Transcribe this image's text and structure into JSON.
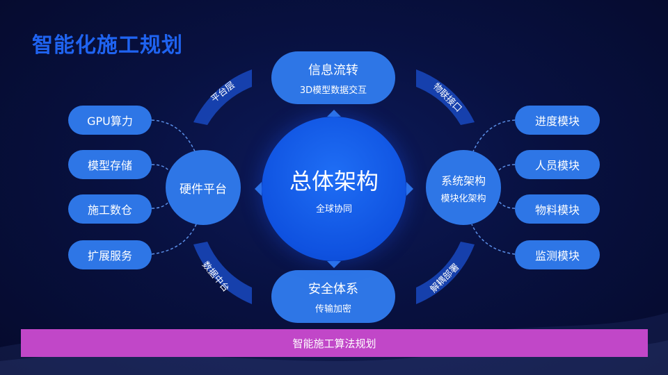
{
  "title": "智能化施工规划",
  "center": {
    "title": "总体架构",
    "subtitle": "全球协同"
  },
  "top": {
    "title": "信息流转",
    "subtitle": "3D模型数据交互"
  },
  "bottom": {
    "title": "安全体系",
    "subtitle": "传输加密"
  },
  "left_hub": "硬件平台",
  "right_hub": {
    "title": "系统架构",
    "subtitle": "模块化架构"
  },
  "left_items": [
    "GPU算力",
    "模型存储",
    "施工数仓",
    "扩展服务"
  ],
  "right_items": [
    "进度模块",
    "人员模块",
    "物料模块",
    "监测模块"
  ],
  "arcs": {
    "top_left": "平台层",
    "top_right": "物联接口",
    "bottom_left": "数据中台",
    "bottom_right": "解耦部署"
  },
  "footer": "智能施工算法规划",
  "colors": {
    "title": "#1f63f0",
    "node": "#2e76e6",
    "center": "#0f52e0",
    "footer": "#c147c8",
    "background": "#081141"
  }
}
